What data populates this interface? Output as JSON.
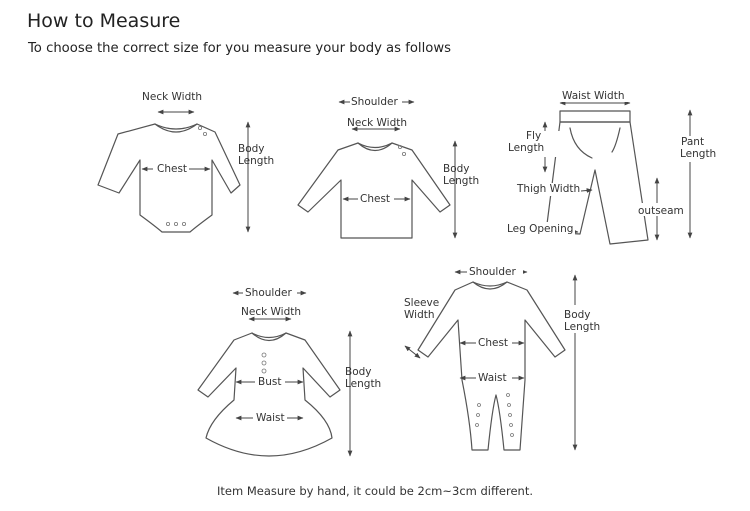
{
  "header": {
    "title": "How to Measure",
    "subtitle": "To choose the correct size for you measure your body as follows"
  },
  "footer": {
    "note": "Item Measure by hand, it could be 2cm~3cm different."
  },
  "diagrams": {
    "bodysuit": {
      "neck_width": "Neck Width",
      "chest": "Chest",
      "body": "Body",
      "length": "Length"
    },
    "shirt": {
      "shoulder": "Shoulder",
      "neck_width": "Neck Width",
      "chest": "Chest",
      "body": "Body",
      "length": "Length"
    },
    "pants": {
      "waist_width": "Waist Width",
      "fly": "Fly",
      "fly_length": "Length",
      "pant": "Pant",
      "pant_length": "Length",
      "thigh_width": "Thigh Width",
      "leg_opening": "Leg Opening",
      "outseam": "outseam"
    },
    "dress": {
      "shoulder": "Shoulder",
      "neck_width": "Neck Width",
      "bust": "Bust",
      "waist": "Waist",
      "body": "Body",
      "length": "Length"
    },
    "romper": {
      "shoulder": "Shoulder",
      "sleeve": "Sleeve",
      "sleeve_width": "Width",
      "chest": "Chest",
      "waist": "Waist",
      "body": "Body",
      "length": "Length"
    }
  }
}
